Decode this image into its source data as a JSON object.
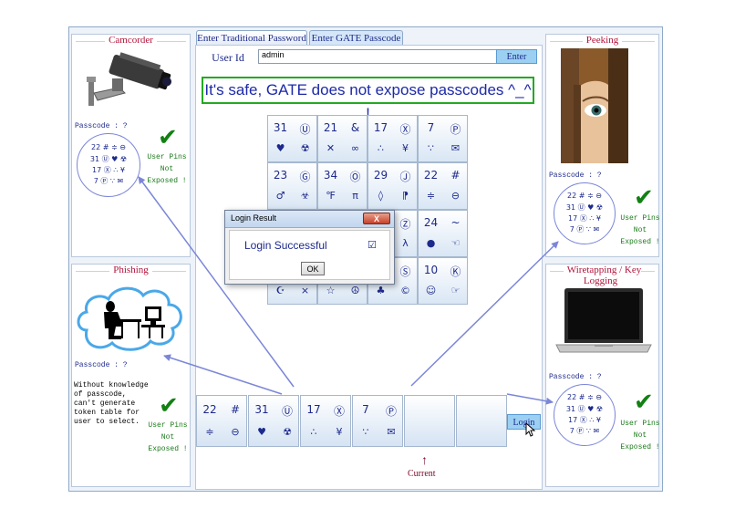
{
  "tabs": [
    {
      "label": "Enter Traditional Password"
    },
    {
      "label": "Enter GATE Passcode"
    }
  ],
  "userid": {
    "label": "User Id",
    "value": "admin"
  },
  "enter_label": "Enter",
  "banner": "It's safe, GATE does not expose passcodes ^_^ !",
  "grid": [
    {
      "tl": "31",
      "tr": "Ⓤ",
      "bl": "♥",
      "br": "☢"
    },
    {
      "tl": "21",
      "tr": "&",
      "bl": "✕",
      "br": "∞"
    },
    {
      "tl": "17",
      "tr": "Ⓧ",
      "bl": "∴",
      "br": "¥"
    },
    {
      "tl": "7",
      "tr": "Ⓟ",
      "bl": "∵",
      "br": "✉"
    },
    {
      "tl": "23",
      "tr": "Ⓖ",
      "bl": "♂",
      "br": "☣"
    },
    {
      "tl": "34",
      "tr": "Ⓞ",
      "bl": "℉",
      "br": "π"
    },
    {
      "tl": "29",
      "tr": "Ⓙ",
      "bl": "◊",
      "br": "⁋"
    },
    {
      "tl": "22",
      "tr": "#",
      "bl": "≑",
      "br": "⊖"
    },
    {
      "tl": "",
      "tr": "",
      "bl": "",
      "br": ""
    },
    {
      "tl": "",
      "tr": "",
      "bl": "",
      "br": ""
    },
    {
      "tl": "",
      "tr": "Ⓩ",
      "bl": "",
      "br": "λ"
    },
    {
      "tl": "24",
      "tr": "~",
      "bl": "●",
      "br": "☜"
    },
    {
      "tl": "",
      "tr": "",
      "bl": "☪",
      "br": "×"
    },
    {
      "tl": "",
      "tr": "",
      "bl": "☆",
      "br": "☮"
    },
    {
      "tl": "",
      "tr": "Ⓢ",
      "bl": "♣",
      "br": "©"
    },
    {
      "tl": "10",
      "tr": "Ⓚ",
      "bl": "☺",
      "br": "☞"
    }
  ],
  "selected": [
    {
      "tl": "22",
      "tr": "#",
      "bl": "≑",
      "br": "⊖"
    },
    {
      "tl": "31",
      "tr": "Ⓤ",
      "bl": "♥",
      "br": "☢"
    },
    {
      "tl": "17",
      "tr": "Ⓧ",
      "bl": "∴",
      "br": "¥"
    },
    {
      "tl": "7",
      "tr": "Ⓟ",
      "bl": "∵",
      "br": "✉"
    },
    {
      "tl": "",
      "tr": "",
      "bl": "",
      "br": ""
    },
    {
      "tl": "",
      "tr": "",
      "bl": "",
      "br": ""
    }
  ],
  "login_label": "Login",
  "current_arrow": "↑",
  "current_label": "Current",
  "dialog": {
    "title": "Login Result",
    "close": "X",
    "message": "Login Successful",
    "check": "☑",
    "ok": "OK"
  },
  "panels": {
    "camcorder": {
      "title": "Camcorder",
      "passcode": "Passcode : ?",
      "pins": [
        "User Pins",
        "Not",
        "Exposed !"
      ],
      "check": "✔",
      "circle": [
        "22 # ≑ ⊖",
        "31 Ⓤ ♥ ☢",
        "17 Ⓧ ∴ ¥",
        "7 Ⓟ ∵ ✉"
      ]
    },
    "peeking": {
      "title": "Peeking",
      "passcode": "Passcode : ?",
      "pins": [
        "User Pins",
        "Not",
        "Exposed !"
      ],
      "check": "✔",
      "circle": [
        "22 # ≑ ⊖",
        "31 Ⓤ ♥ ☢",
        "17 Ⓧ ∴ ¥",
        "7 Ⓟ ∵ ✉"
      ]
    },
    "phishing": {
      "title": "Phishing",
      "passcode": "Passcode : ?",
      "text": [
        "Without knowledge",
        "of passcode,",
        "can't generate",
        "token table for",
        "user to select."
      ],
      "pins": [
        "User Pins",
        "Not",
        "Exposed !"
      ],
      "check": "✔"
    },
    "wiretapping": {
      "title": "Wiretapping / Key Logging",
      "passcode": "Passcode : ?",
      "pins": [
        "User Pins",
        "Not",
        "Exposed !"
      ],
      "check": "✔",
      "circle": [
        "22 # ≑ ⊖",
        "31 Ⓤ ♥ ☢",
        "17 Ⓧ ∴ ¥",
        "7 Ⓟ ∵ ✉"
      ]
    }
  },
  "colors": {
    "accent": "#1d2a8c",
    "title_red": "#b3123a",
    "pins_green": "#1a7a1a",
    "button_blue": "#9cd0f2",
    "arrow": "#7b86d8"
  }
}
